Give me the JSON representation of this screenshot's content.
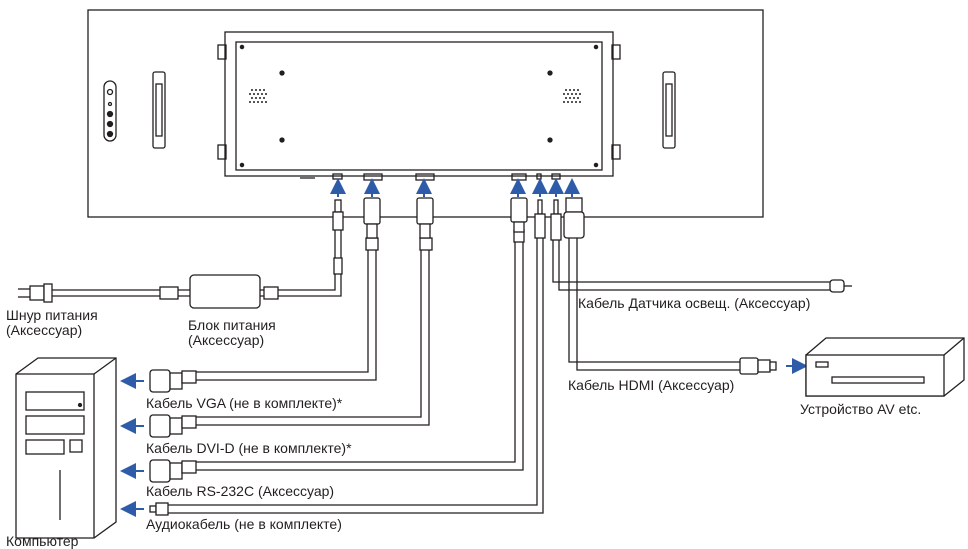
{
  "labels": {
    "power_cord_line1": "Шнур питания",
    "power_cord_line2": "(Аксессуар)",
    "power_block_line1": "Блок питания",
    "power_block_line2": "(Аксессуар)",
    "light_sensor_cable": "Кабель Датчика освещ. (Аксессуар)",
    "hdmi_cable": "Кабель HDMI (Аксессуар)",
    "av_device": "Устройство AV etc.",
    "vga_cable": "Кабель VGA (не в комплекте)*",
    "dvi_cable": "Кабель DVI-D (не в комплекте)*",
    "rs232_cable": "Кабель RS-232C (Аксессуар)",
    "audio_cable": "Аудиокабель (не в комплекте)",
    "computer": "Компьютер"
  },
  "colors": {
    "line": "#231f20",
    "arrow": "#2e5ca8"
  },
  "icons": [
    "monitor-back-icon",
    "power-adapter-icon",
    "power-plug-icon",
    "pc-tower-icon",
    "av-device-icon",
    "vga-connector-icon",
    "dvi-connector-icon",
    "rs232-connector-icon",
    "audio-jack-icon",
    "hdmi-connector-icon",
    "light-sensor-icon"
  ]
}
